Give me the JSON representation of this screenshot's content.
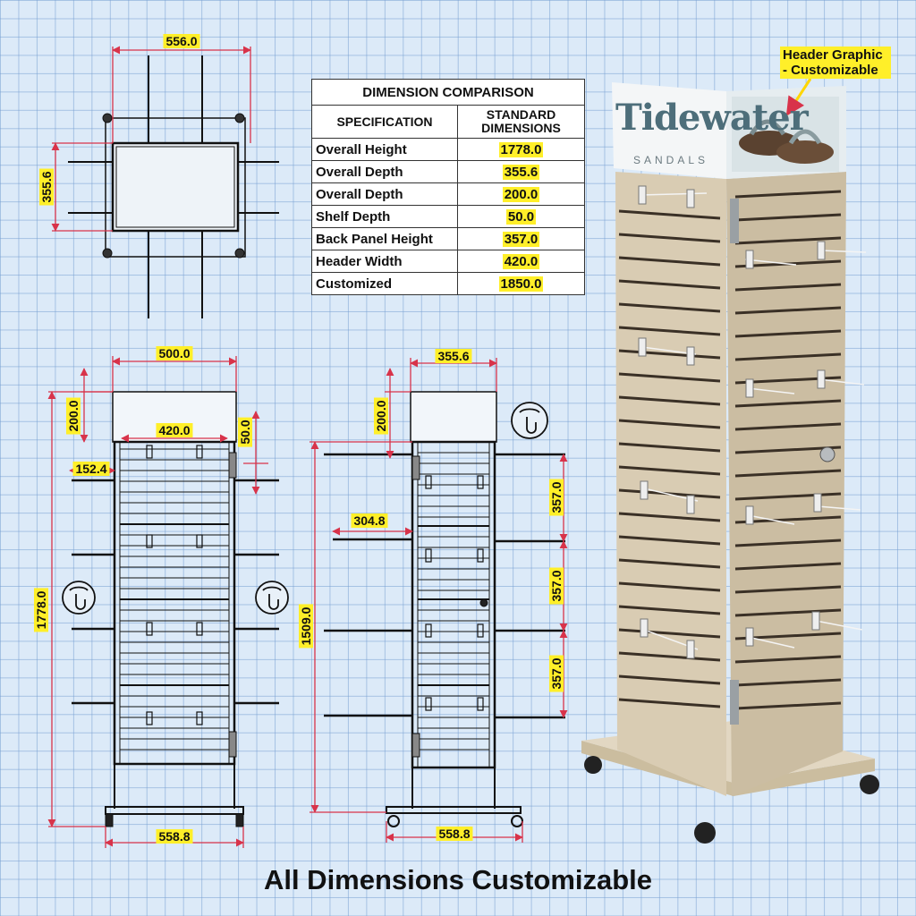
{
  "table": {
    "title": "DIMENSION COMPARISON",
    "col_spec": "SPECIFICATION",
    "col_std": "STANDARD DIMENSIONS",
    "rows": [
      {
        "spec": "Overall Height",
        "value": "1778.0"
      },
      {
        "spec": "Overall Depth",
        "value": "355.6"
      },
      {
        "spec": "Overall Depth",
        "value": "200.0"
      },
      {
        "spec": "Shelf Depth",
        "value": "50.0"
      },
      {
        "spec": "Back Panel Height",
        "value": "357.0"
      },
      {
        "spec": "Header Width",
        "value": "420.0"
      },
      {
        "spec": "Customized",
        "value": "1850.0"
      }
    ]
  },
  "top_view": {
    "width": "556.0",
    "depth": "355.6"
  },
  "front_view": {
    "overall_width": "500.0",
    "header_height": "200.0",
    "panel_width": "420.0",
    "shelf_depth": "50.0",
    "hook_length": "152.4",
    "overall_height": "1778.0",
    "base_width": "558.8"
  },
  "side_view": {
    "depth": "355.6",
    "header_height": "200.0",
    "hook_length": "304.8",
    "height": "1509.0",
    "panel_1": "357.0",
    "panel_2": "357.0",
    "panel_3": "357.0",
    "base_width": "558.8"
  },
  "brand": {
    "name": "Tidewater",
    "tagline": "SANDALS"
  },
  "callout": "Header Graphic - Customizable",
  "footer": "All Dimensions Customizable",
  "icons": [
    "rotate-hand-icon",
    "rotate-hand-icon",
    "rotate-hand-icon"
  ],
  "colors": {
    "dimension_line": "#d8334a",
    "label_bg": "#ffef29",
    "panel_wood": "#d8cbb2",
    "blueprint_bg": "#dceaf8"
  }
}
